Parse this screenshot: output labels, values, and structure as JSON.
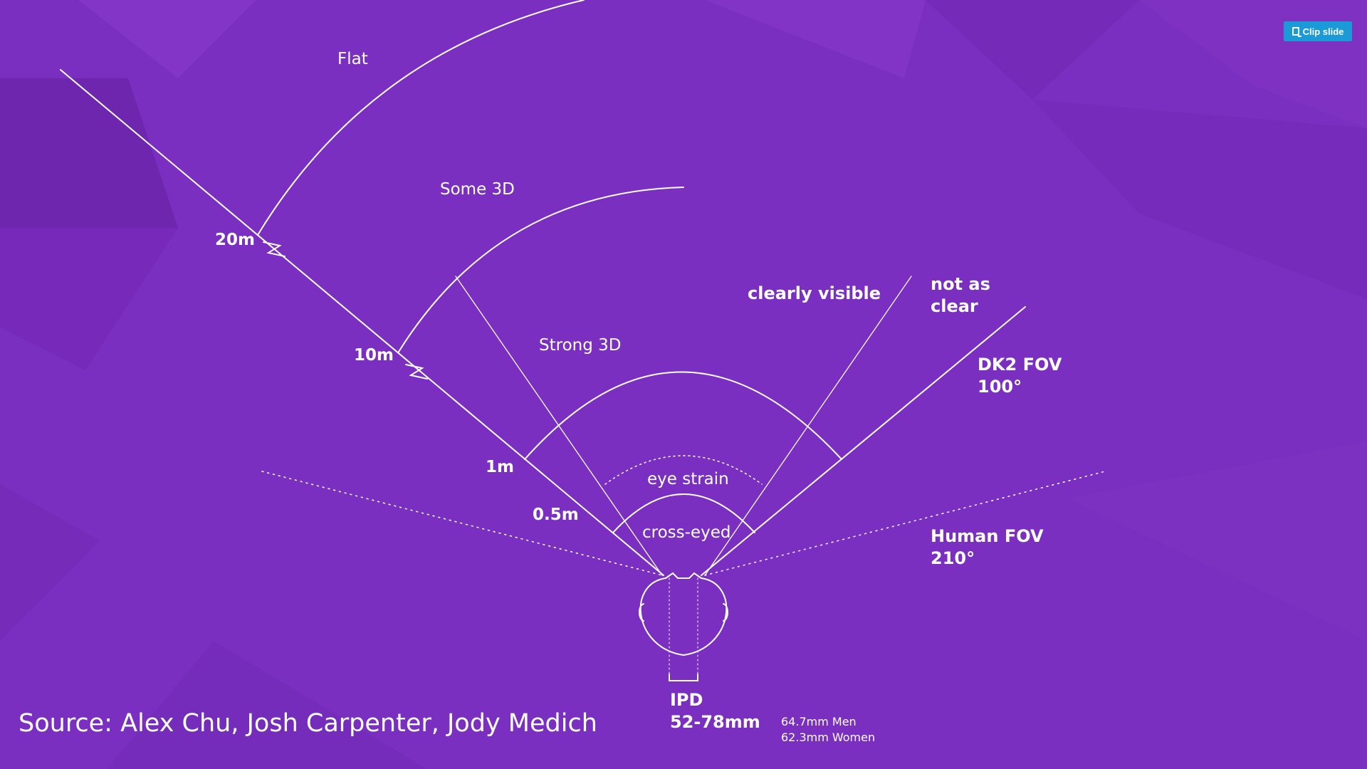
{
  "diagram": {
    "zones": {
      "flat": "Flat",
      "some_3d": "Some 3D",
      "strong_3d": "Strong 3D",
      "eye_strain": "eye strain",
      "cross_eyed": "cross-eyed"
    },
    "distances": {
      "d20": "20m",
      "d10": "10m",
      "d1": "1m",
      "d05": "0.5m"
    },
    "visibility": {
      "clearly_visible": "clearly visible",
      "not_as_clear_line1": "not as",
      "not_as_clear_line2": "clear"
    },
    "fov": {
      "dk2_line1": "DK2 FOV",
      "dk2_line2": "100°",
      "human_line1": "Human FOV",
      "human_line2": "210°"
    },
    "ipd": {
      "line1": "IPD",
      "line2": "52-78mm",
      "men": "64.7mm Men",
      "women": "62.3mm Women"
    },
    "source": "Source: Alex Chu, Josh Carpenter, Jody Medich"
  },
  "toolbar": {
    "clip_label": "Clip slide",
    "clip_icon": "clip-icon"
  },
  "colors": {
    "background": "#7a2fc0",
    "line": "#ffffff",
    "button": "#1a9bd7"
  }
}
